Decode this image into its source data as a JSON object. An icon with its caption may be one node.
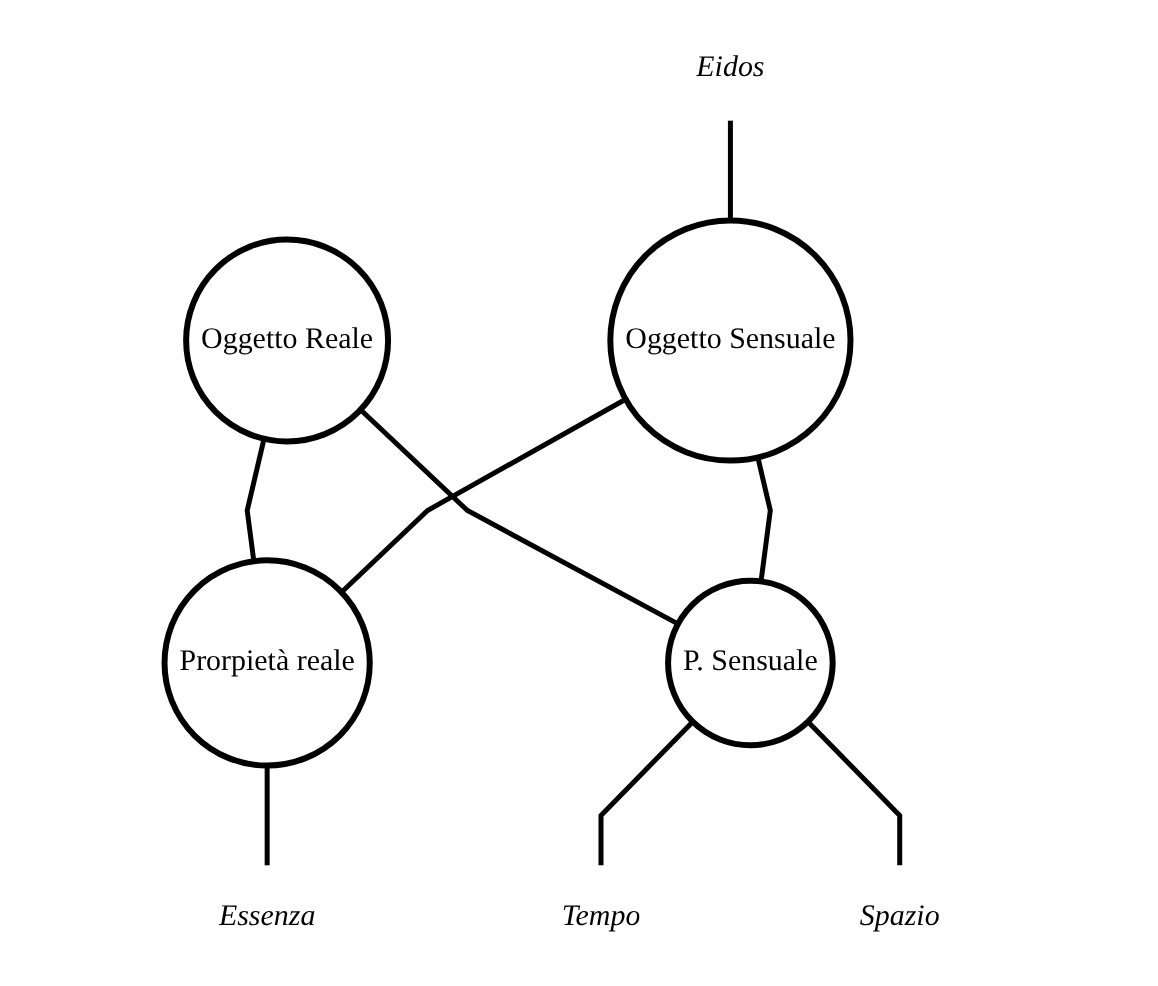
{
  "diagram": {
    "nodes": [
      {
        "text": [
          "Eidos"
        ]
      },
      {
        "text": [
          "Oggetto Reale"
        ]
      },
      {
        "text": [
          "Oggetto Sensuale"
        ]
      },
      {
        "text": [
          "Prorpietà reale"
        ]
      },
      {
        "text": [
          "P. Sensuale"
        ]
      },
      {
        "text": [
          "Essenza"
        ]
      },
      {
        "text": [
          "Spazio"
        ]
      },
      {
        "text": [
          "Tempo"
        ]
      }
    ],
    "edges": [
      {
        "from": 1,
        "to": 3,
        "arrow": "none"
      },
      {
        "from": 1,
        "to": 4,
        "arrow": "none"
      },
      {
        "from": 2,
        "to": 3,
        "arrow": "none"
      },
      {
        "from": 2,
        "to": 4,
        "arrow": "none"
      },
      {
        "from": 0,
        "to": 2,
        "arrow": "none"
      },
      {
        "from": 3,
        "to": 5,
        "arrow": "none"
      },
      {
        "from": 4,
        "to": 7,
        "arrow": "none"
      },
      {
        "from": 4,
        "to": 6,
        "arrow": "none"
      }
    ]
  }
}
